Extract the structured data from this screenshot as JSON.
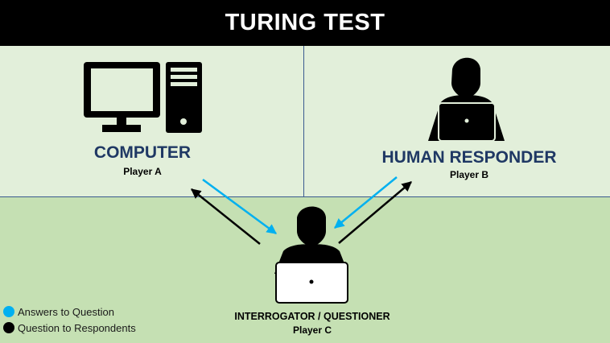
{
  "title": "TURING TEST",
  "players": {
    "a": {
      "role": "COMPUTER",
      "label": "Player A"
    },
    "b": {
      "role": "HUMAN RESPONDER",
      "label": "Player B"
    },
    "c": {
      "role": "INTERROGATOR / QUESTIONER",
      "label": "Player C"
    }
  },
  "legend": [
    {
      "label": "Answers to Question",
      "color": "#00b0f0"
    },
    {
      "label": "Question to Respondents",
      "color": "#000000"
    }
  ],
  "colors": {
    "header_bg": "#000000",
    "top_panels": "#e2efda",
    "bottom_panel": "#c5e0b3",
    "role_text": "#1f3864",
    "answer_arrow": "#00b0f0",
    "question_arrow": "#000000"
  },
  "icons": {
    "computer": "desktop-computer-icon",
    "human": "person-at-laptop-icon",
    "interrogator": "person-at-laptop-icon"
  }
}
